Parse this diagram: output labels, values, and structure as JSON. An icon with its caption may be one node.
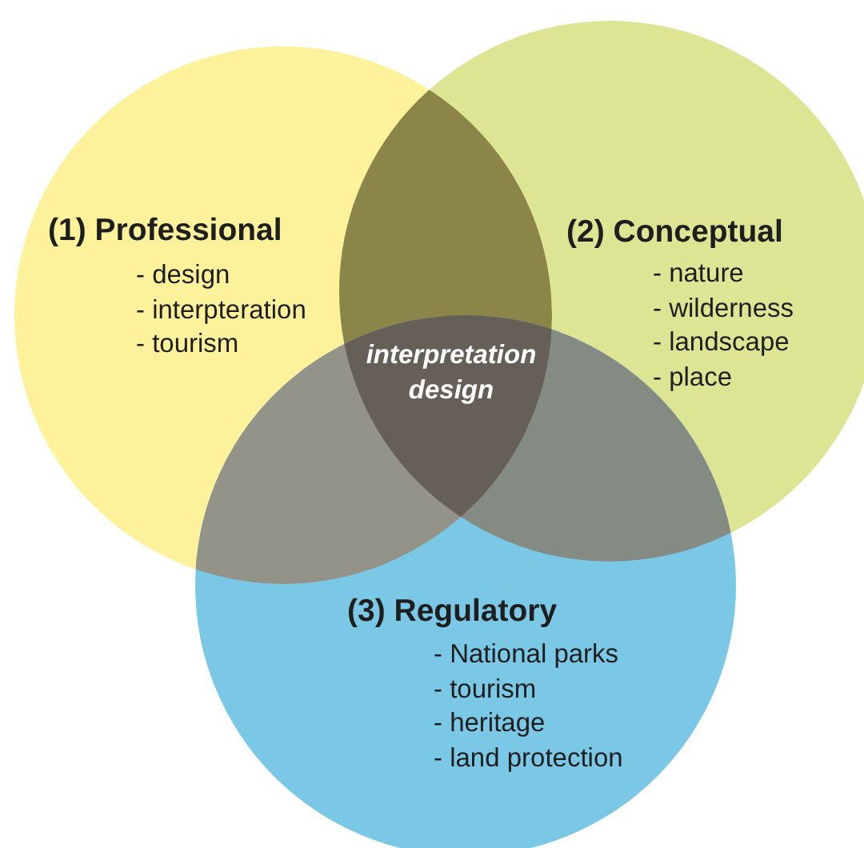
{
  "diagram": {
    "nodes": [
      {
        "text": [
          "(1) Professional",
          "- design",
          "- interpteration",
          "- tourism"
        ]
      },
      {
        "text": [
          "(2) Conceptual",
          "- nature",
          "- wilderness",
          "- landscape",
          "- place"
        ]
      },
      {
        "text": [
          "(3) Regulatory",
          "- National parks",
          "- tourism",
          "- heritage",
          "- land protection"
        ]
      }
    ],
    "edges": [],
    "labels": [
      "interpretation design"
    ]
  }
}
